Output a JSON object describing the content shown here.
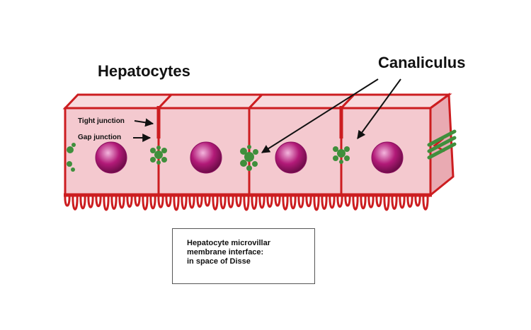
{
  "labels": {
    "hepatocytes": "Hepatocytes",
    "canaliculus": "Canaliculus",
    "tight_junction": "Tight junction",
    "gap_junction": "Gap junction"
  },
  "caption": {
    "line1": "Hepatocyte microvillar",
    "line2": "membrane interface:",
    "line3": "in space of Disse"
  },
  "colors": {
    "cell_fill": "#f4c9cf",
    "cell_top": "#f8dadd",
    "cell_side": "#e9aab2",
    "membrane": "#cc1d20",
    "nucleus": "#a0166a",
    "junction": "#3f8f3c",
    "arrow": "#111111"
  }
}
